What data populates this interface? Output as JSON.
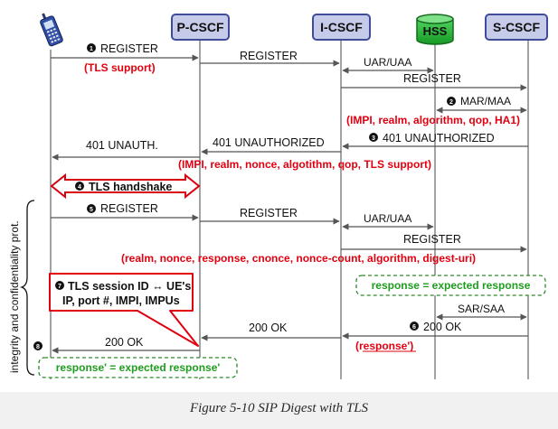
{
  "entities": {
    "pcscf": "P-CSCF",
    "icscf": "I-CSCF",
    "hss": "HSS",
    "scscf": "S-CSCF"
  },
  "steps": {
    "s1": "1",
    "s2": "2",
    "s3": "3",
    "s4": "4",
    "s5": "5",
    "s6": "6",
    "s7": "7",
    "s8": "8"
  },
  "messages": {
    "register_1_ue": "REGISTER",
    "tls_support_1": "(TLS support)",
    "register_1_pi": "REGISTER",
    "uar_uaa_1": "UAR/UAA",
    "register_1_is": "REGISTER",
    "mar_maa": "MAR/MAA",
    "auth_params_hss": "(IMPI, realm, algorithm, qop, HA1)",
    "unauth_si": "401 UNAUTHORIZED",
    "unauth_ip": "401 UNAUTHORIZED",
    "unauth_pu": "401 UNAUTH.",
    "auth_params_challenge": "(IMPI, realm, nonce, algotithm, qop, TLS support)",
    "tls_handshake": "TLS handshake",
    "register_2_ue": "REGISTER",
    "register_2_pi": "REGISTER",
    "uar_uaa_2": "UAR/UAA",
    "register_2_is": "REGISTER",
    "digest_params": "(realm, nonce, response, cnonce, nonce-count, algorithm, digest-uri)",
    "response_check_s": "response = expected response",
    "sar_saa": "SAR/SAA",
    "ok_si": "200 OK",
    "response_prime": "(response')",
    "ok_ip": "200 OK",
    "ok_pu": "200 OK",
    "response_check_ue": "response' = expected response'",
    "tls_session_note_line1": "TLS session ID ↔ UE's",
    "tls_session_note_line2": "IP, port #, IMPI, IMPUs",
    "side_label": "integrity and confidentiality prot."
  },
  "caption": "Figure 5-10 SIP Digest with TLS",
  "colors": {
    "entity_fill": "#c5cbe8",
    "entity_border": "#3f4c9a",
    "hss_fill": "#23bf34",
    "red_text": "#e1000f",
    "green_text": "#1e9d1e",
    "dashed_border": "#2a8a2a"
  }
}
